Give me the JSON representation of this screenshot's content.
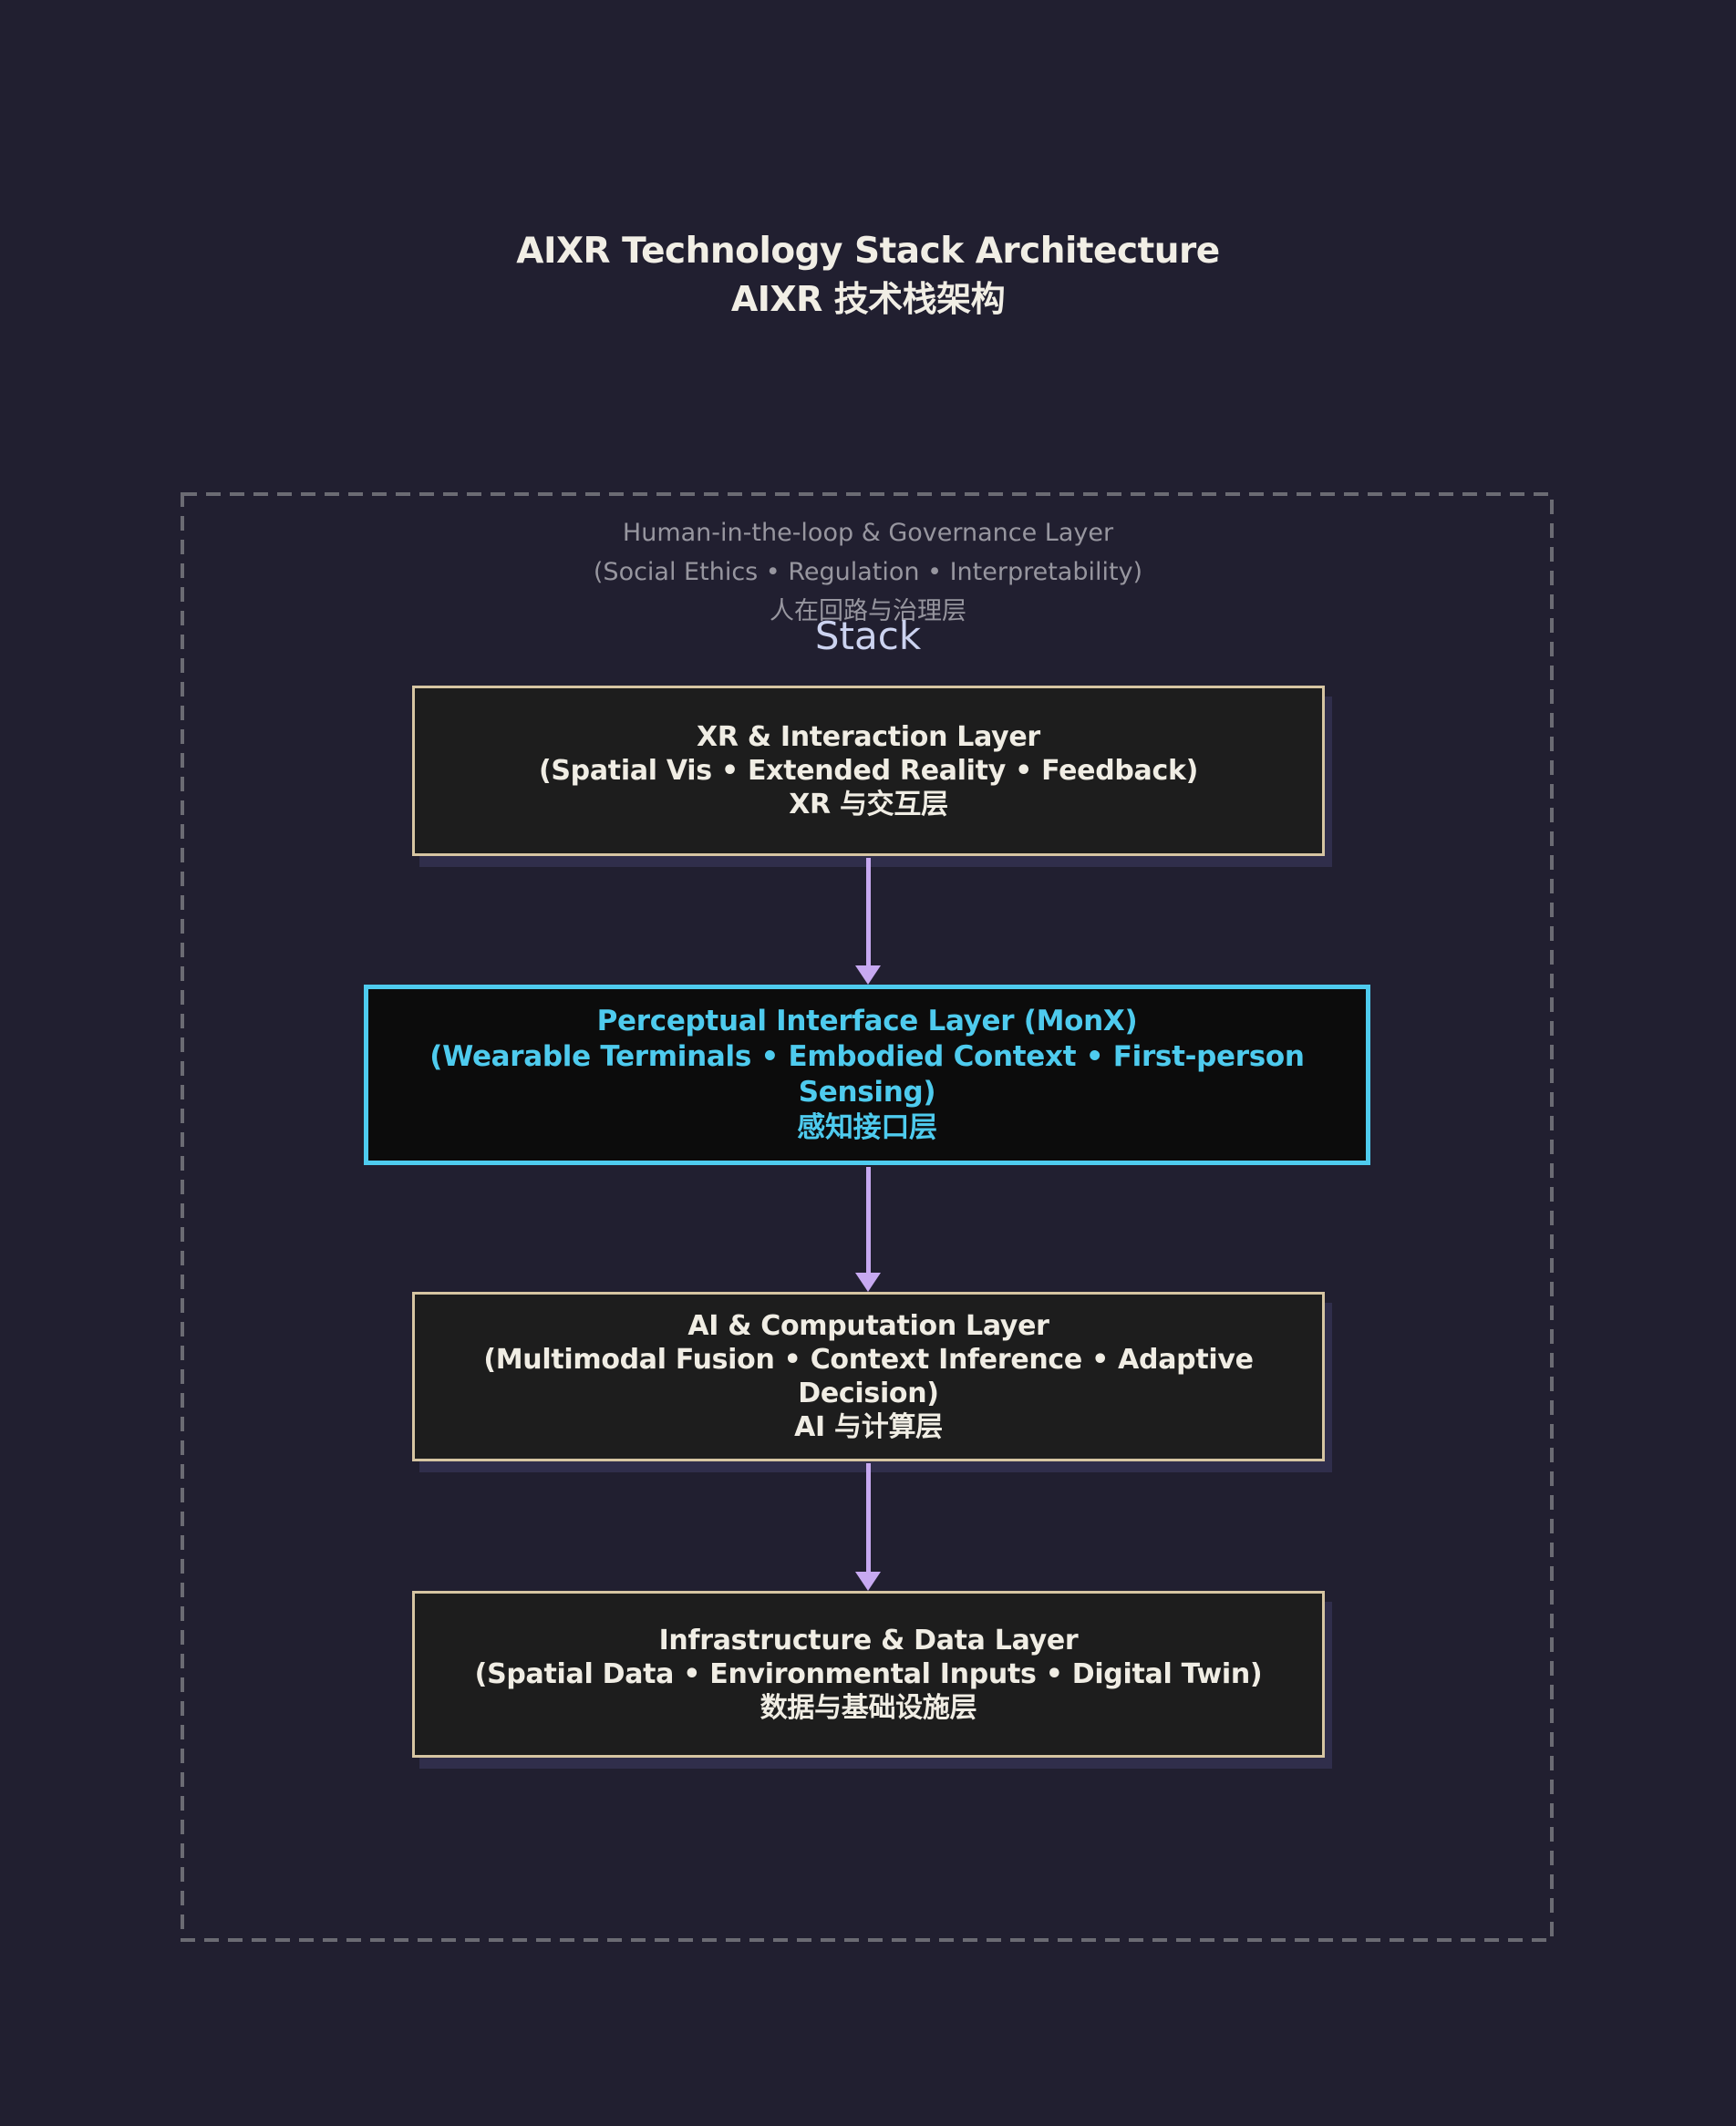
{
  "title": {
    "line1": "AIXR Technology Stack Architecture",
    "line2": "AIXR 技术栈架构"
  },
  "governance_layer": {
    "line1": "Human-in-the-loop & Governance Layer",
    "line2": "(Social Ethics • Regulation • Interpretability)",
    "line3": "人在回路与治理层"
  },
  "stack_label": "Stack",
  "layers": [
    {
      "title": "XR & Interaction Layer",
      "subtitle": "(Spatial Vis • Extended Reality • Feedback)",
      "zh": "XR 与交互层",
      "variant": "default"
    },
    {
      "title": "Perceptual Interface Layer (MonX)",
      "subtitle": "(Wearable Terminals • Embodied Context • First-person Sensing)",
      "zh": "感知接口层",
      "variant": "highlight"
    },
    {
      "title": "AI & Computation Layer",
      "subtitle": "(Multimodal Fusion • Context Inference • Adaptive Decision)",
      "zh": "AI 与计算层",
      "variant": "default"
    },
    {
      "title": "Infrastructure & Data Layer",
      "subtitle": "(Spatial Data • Environmental Inputs • Digital Twin)",
      "zh": "数据与基础设施层",
      "variant": "default"
    }
  ],
  "colors": {
    "background": "#211f30",
    "box_fill": "#1d1d1d",
    "box_border": "#d6c5a2",
    "box_shadow": "#302e4b",
    "highlight_border": "#4ecbee",
    "highlight_fill": "#0c0c0c",
    "highlight_text": "#4ecbee",
    "arrow": "#c7a9f1",
    "dashed_border": "#6b6b73",
    "title_text": "#f1eee5",
    "box_text": "#f0ede4",
    "governance_text": "#97969f",
    "stack_text": "#ccd3f0"
  }
}
